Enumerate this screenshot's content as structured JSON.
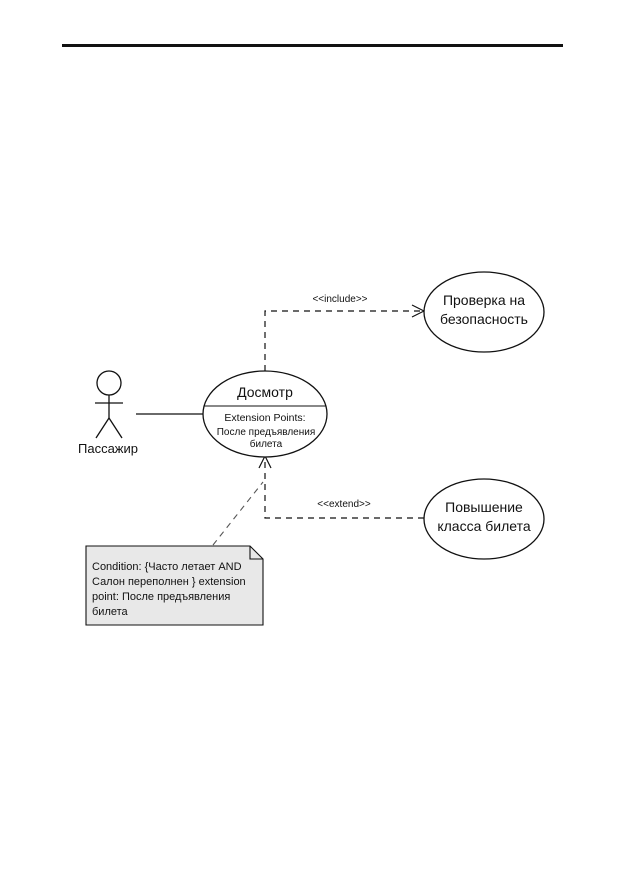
{
  "diagram": {
    "actor": {
      "label": "Пассажир"
    },
    "use_cases": {
      "main": {
        "title": "Досмотр",
        "section_header": "Extension Points:",
        "extension_point_line1": "После предъявления",
        "extension_point_line2": "билета"
      },
      "security": {
        "line1": "Проверка на",
        "line2": "безопасность"
      },
      "upgrade": {
        "line1": "Повышение",
        "line2": "класса билета"
      }
    },
    "relations": {
      "include_label": "<<include>>",
      "extend_label": "<<extend>>"
    },
    "note": {
      "lines": [
        "Condition: {Часто летает AND",
        "Салон переполнен } extension",
        "point: После предъявления",
        "билета"
      ]
    },
    "colors": {
      "note_fill": "#e8e8e8",
      "stroke": "#111111"
    }
  }
}
